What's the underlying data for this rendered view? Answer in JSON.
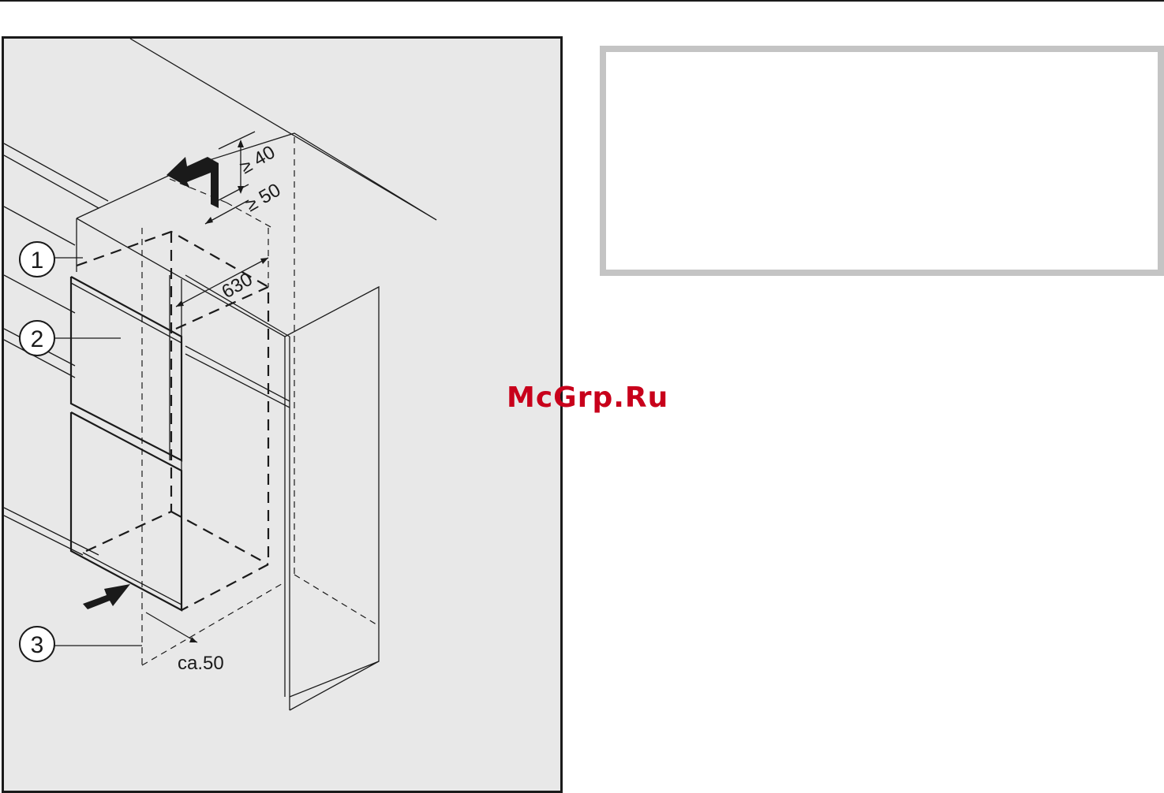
{
  "figure": {
    "callouts": [
      "1",
      "2",
      "3"
    ],
    "dimensions": {
      "top_clearance": "≥ 40",
      "rear_gap": "≥ 50",
      "depth": "630",
      "plinth_offset": "ca.50"
    }
  },
  "note_box": {
    "text": ""
  },
  "watermark": "McGrp.Ru",
  "colors": {
    "panel_background": "#e8e8e8",
    "line": "#1a1a1a",
    "note_border": "#c4c4c4",
    "watermark": "#c8001b"
  }
}
